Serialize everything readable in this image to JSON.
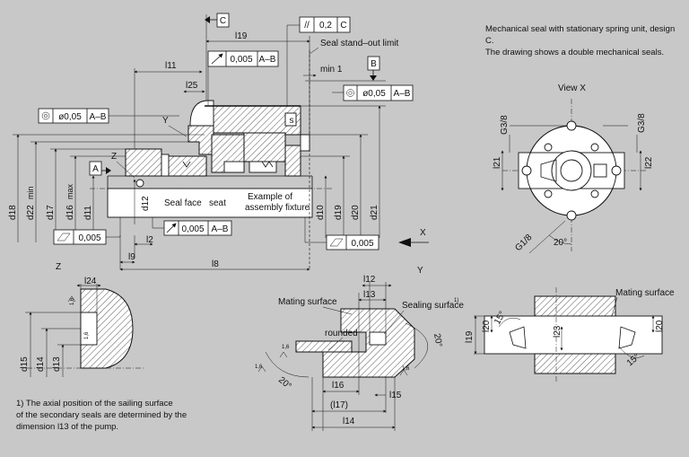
{
  "notes": {
    "top_right_line1": "Mechanical seal with stationary spring unit, design C.",
    "top_right_line2": "The drawing shows a double mechanical seals.",
    "footnote_line1": "1)  The axial position of the sailing surface",
    "footnote_line2": "of the secondary seals are determined by the",
    "footnote_line3": "dimension l13 of the pump."
  },
  "views": {
    "view_x": "View  X",
    "z": "Z",
    "y": "Y",
    "arrow_x": "X"
  },
  "datums": {
    "a": "A",
    "b": "B",
    "c": "C"
  },
  "labels": {
    "seal_standout": "Seal stand–out limit",
    "min1": "min 1",
    "seal_face": "Seal face",
    "seat": "seat",
    "example_fixture_1": "Example of",
    "example_fixture_2": "assembly fixture",
    "y": "Y",
    "z": "Z",
    "s": "s",
    "mating_surface": "Mating surface",
    "sealing_surface": "Sealing surface",
    "rounded": "rounded",
    "mating_surface_right": "Mating surface"
  },
  "tolerance_frames": {
    "parallel": {
      "sym": "//",
      "value": "0,2",
      "datum": "C"
    },
    "runout_top": {
      "value": "0,005",
      "datum": "A–B"
    },
    "conc_right": {
      "value": "ø0,05",
      "datum": "A–B"
    },
    "conc_left": {
      "value": "ø0,05",
      "datum": "A–B"
    },
    "flat_left": {
      "value": "0,005"
    },
    "runout_bottom": {
      "value": "0,005",
      "datum": "A–B"
    },
    "flat_right": {
      "value": "0,005"
    }
  },
  "dims": {
    "l19": "l19",
    "l11": "l11",
    "l25": "l25",
    "l2": "l2",
    "l9": "l9",
    "l8": "l8",
    "d18": "d18",
    "d22": "d22",
    "d17": "d17",
    "d16": "d16",
    "d11": "d11",
    "d12": "d12",
    "d10": "d10",
    "d19": "d19",
    "d20": "d20",
    "d21": "d21",
    "min": "min",
    "max": "max",
    "g3_8a": "G3/8",
    "g3_8b": "G3/8",
    "g1_8": "G1/8",
    "l21": "l21",
    "l22": "l22",
    "ang20": "20°",
    "l24": "l24",
    "d15": "d15",
    "d14": "d14",
    "d13": "d13",
    "l12": "l12",
    "l13": "l13",
    "l16": "l16",
    "l17": "(l17)",
    "l14": "l14",
    "l15": "l15",
    "ang20b": "20°",
    "ang20c": "20°",
    "l19r": "l19",
    "l20": "l20",
    "l23": "l23",
    "l20b": "l20",
    "ang15a": "15°",
    "ang15b": "15°",
    "r16": "1,6",
    "footnote_mark": "1)"
  }
}
